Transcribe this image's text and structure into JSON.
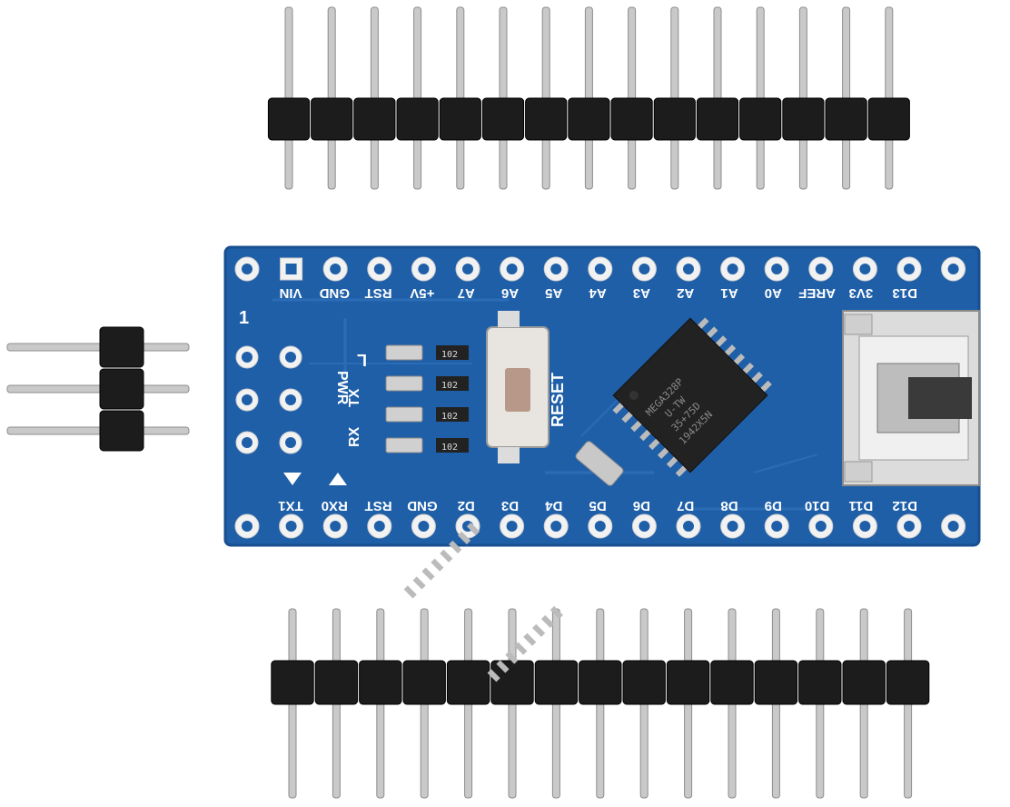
{
  "colors": {
    "pcb": "#1f5fa8",
    "pcb_dark": "#184f90",
    "silkscreen": "#ffffff",
    "header_plastic": "#1c1c1c",
    "pin_metal": "#c9c9c9",
    "chip": "#222222",
    "pad_gold": "#f2f2f2"
  },
  "board": {
    "top_labels": [
      "VIN",
      "GND",
      "RST",
      "+5V",
      "A7",
      "A6",
      "A5",
      "A4",
      "A3",
      "A2",
      "A1",
      "A0",
      "AREF",
      "3V3",
      "D13"
    ],
    "bottom_labels": [
      "TX1",
      "RX0",
      "RST",
      "GND",
      "D2",
      "D3",
      "D4",
      "D5",
      "D6",
      "D7",
      "D8",
      "D9",
      "D10",
      "D11",
      "D12"
    ],
    "pin1_marker": "1",
    "led_labels": [
      "L",
      "PWR",
      "TX",
      "RX"
    ],
    "reset_label": "RESET",
    "chip_lines": [
      "MEGA328P",
      "U-TW",
      "35+75D",
      "1942X5N"
    ],
    "resistor_labels": [
      "102",
      "102",
      "102",
      "102"
    ]
  },
  "headers": {
    "top_pins": 15,
    "bottom_pins": 15,
    "side_pins": 3
  },
  "icons": {
    "usb": "mini-usb-connector-icon",
    "crystal": "crystal-oscillator-icon",
    "button": "reset-button-icon"
  }
}
